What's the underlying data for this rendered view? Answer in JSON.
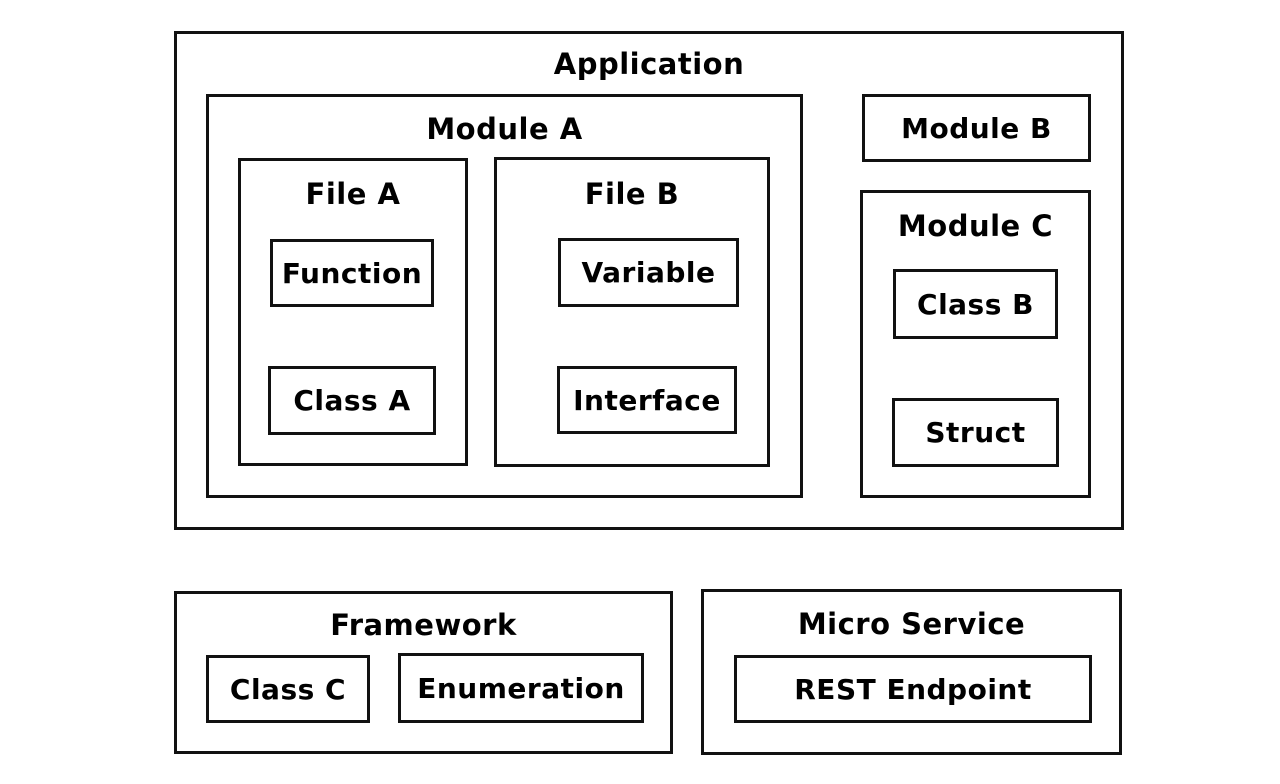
{
  "application": {
    "title": "Application",
    "module_a": {
      "title": "Module A",
      "file_a": {
        "title": "File A",
        "items": [
          "Function",
          "Class A"
        ]
      },
      "file_b": {
        "title": "File B",
        "items": [
          "Variable",
          "Interface"
        ]
      }
    },
    "module_b": {
      "title": "Module B"
    },
    "module_c": {
      "title": "Module C",
      "items": [
        "Class B",
        "Struct"
      ]
    }
  },
  "framework": {
    "title": "Framework",
    "items": [
      "Class C",
      "Enumeration"
    ]
  },
  "micro_service": {
    "title": "Micro Service",
    "items": [
      "REST Endpoint"
    ]
  }
}
